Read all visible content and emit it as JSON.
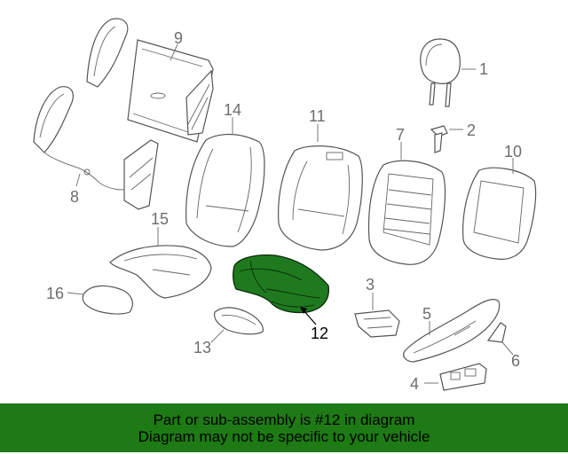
{
  "diagram": {
    "labels": {
      "p1": "1",
      "p2": "2",
      "p3": "3",
      "p4": "4",
      "p5": "5",
      "p6": "6",
      "p7": "7",
      "p8": "8",
      "p9": "9",
      "p10": "10",
      "p11": "11",
      "p12": "12",
      "p13": "13",
      "p14": "14",
      "p15": "15",
      "p16": "16"
    },
    "highlighted_part": "12",
    "highlight_color": "#1f7a1f"
  },
  "banner": {
    "line1": "Part or sub-assembly is #12 in diagram",
    "line2": "Diagram may not be specific to your vehicle",
    "background": "#1e7a14"
  }
}
